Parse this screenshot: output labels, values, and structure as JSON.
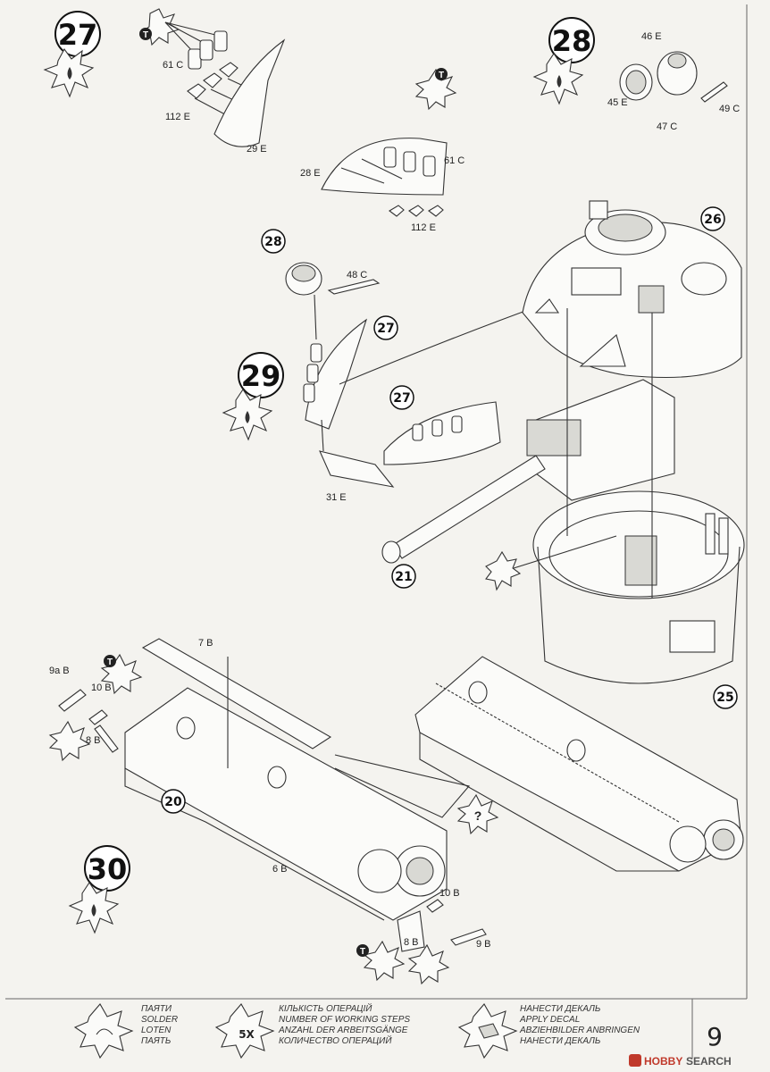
{
  "steps": {
    "s27": "27",
    "s28": "28",
    "s29": "29",
    "s30": "30",
    "sub28": "28",
    "sub27a": "27",
    "sub27b": "27",
    "sub26": "26",
    "sub21": "21",
    "sub25": "25",
    "sub20": "20"
  },
  "parts": {
    "p61c_a": "61 C",
    "p112e_a": "112 E",
    "p29e": "29 E",
    "p28e": "28 E",
    "p61c_b": "61 C",
    "p112e_b": "112 E",
    "p46e": "46 E",
    "p45e": "45 E",
    "p47c": "47 C",
    "p49c": "49 C",
    "p48c": "48 C",
    "p31e": "31 E",
    "p7b": "7 B",
    "p9ab": "9a B",
    "p10b_a": "10 B",
    "p8b_a": "8 B",
    "p6b": "6 B",
    "p10b_b": "10 B",
    "p8b_b": "8 B",
    "p9b": "9 B"
  },
  "badges": {
    "t": "T",
    "q": "?",
    "x5": "5X"
  },
  "legend": {
    "solder": [
      "ПАЯТИ",
      "SOLDER",
      "LOTEN",
      "ПАЯТЬ"
    ],
    "steps": [
      "КІЛЬКІСТЬ ОПЕРАЦІЙ",
      "NUMBER OF WORKING STEPS",
      "ANZAHL DER ARBEITSGÄNGE",
      "КОЛИЧЕСТВО ОПЕРАЦИЙ"
    ],
    "decal": [
      "НАНЕСТИ ДЕКАЛЬ",
      "APPLY DECAL",
      "ABZIEHBILDER ANBRINGEN",
      "НАНЕСТИ ДЕКАЛЬ"
    ]
  },
  "page_number": "9",
  "watermark": {
    "brand": "HOBBY",
    "word": "SEARCH"
  }
}
